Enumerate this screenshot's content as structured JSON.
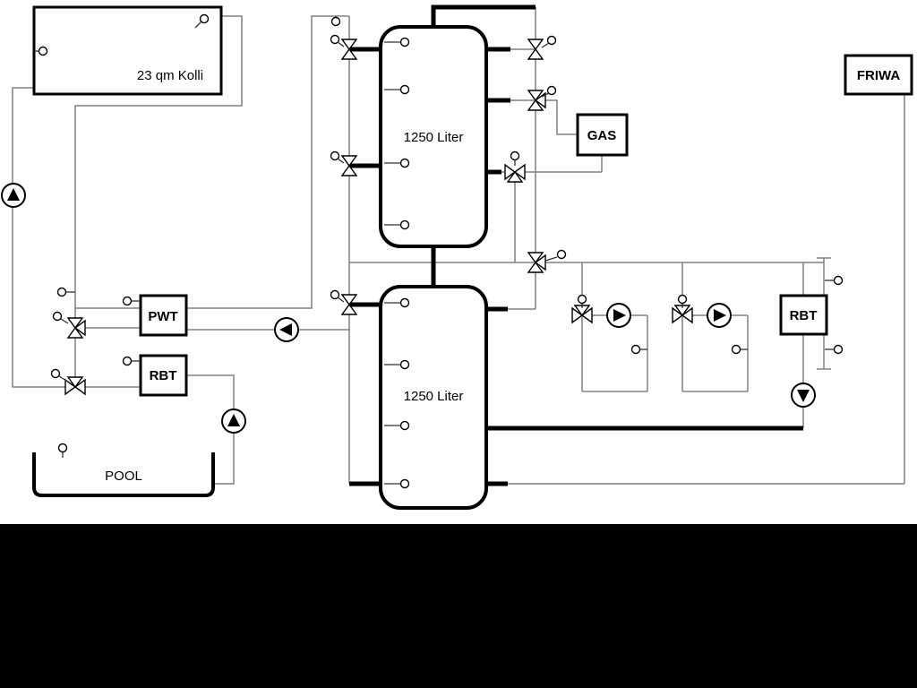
{
  "labels": {
    "collector": "23 qm Kolli",
    "tank_top": "1250 Liter",
    "tank_bottom": "1250 Liter",
    "gas": "GAS",
    "friwa": "FRIWA",
    "pwt": "PWT",
    "rbt_left": "RBT",
    "rbt_right": "RBT",
    "pool": "POOL"
  },
  "colors": {
    "background": "#ffffff",
    "pipe_thin": "#808080",
    "pipe_thick": "#000000",
    "component_stroke": "#000000",
    "mask": "#000000"
  }
}
